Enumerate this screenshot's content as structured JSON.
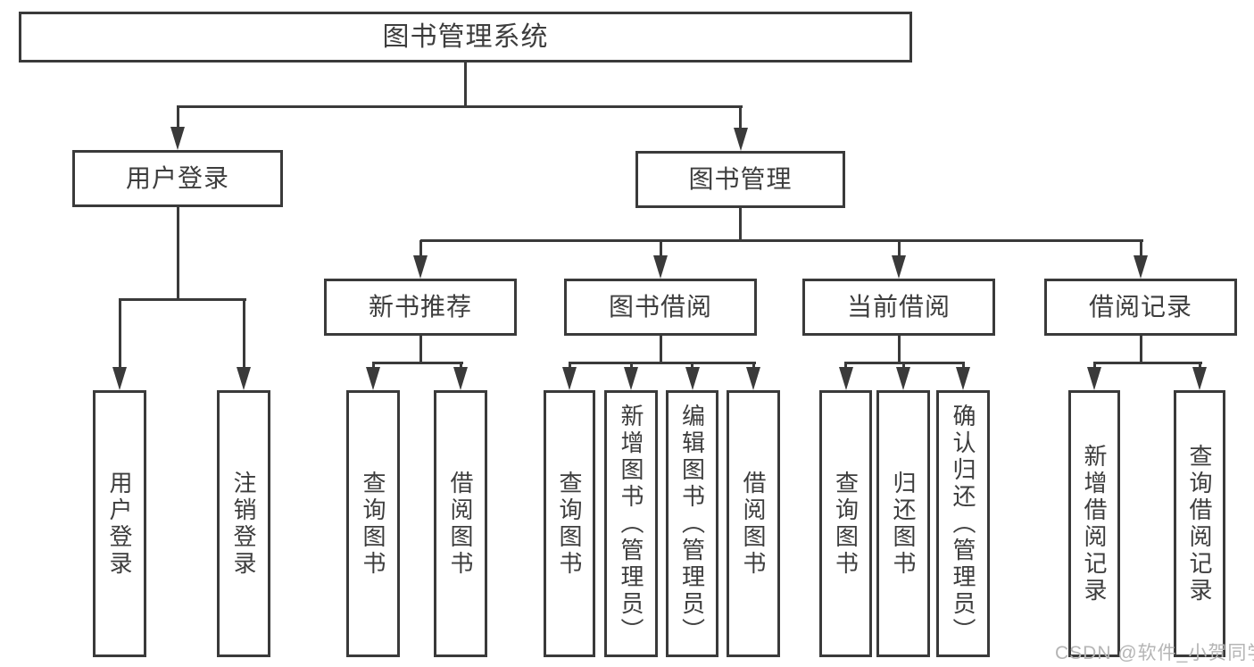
{
  "page": {
    "background": "#ffffff"
  },
  "colors": {
    "line": "#3a3a3a",
    "text": "#3d3d3d",
    "watermark": "#b5b5b5"
  },
  "nodes": {
    "root": "图书管理系统",
    "user_login": "用户登录",
    "book_management": "图书管理",
    "new_book_recommend": "新书推荐",
    "book_borrowing": "图书借阅",
    "current_borrowing": "当前借阅",
    "borrowing_records": "借阅记录",
    "leaf_user_login": "用户登录",
    "leaf_logout": "注销登录",
    "leaf_nb_query_book": "查询图书",
    "leaf_nb_borrow_book": "借阅图书",
    "leaf_bb_query_book": "查询图书",
    "leaf_bb_add_book": "新增图书（管理员）",
    "leaf_bb_edit_book": "编辑图书（管理员）",
    "leaf_bb_borrow_book": "借阅图书",
    "leaf_cb_query_book": "查询图书",
    "leaf_cb_return_book": "归还图书",
    "leaf_cb_confirm_return": "确认归还（管理员）",
    "leaf_br_add_record": "新增借阅记录",
    "leaf_br_query_record": "查询借阅记录"
  },
  "hierarchy": {
    "图书管理系统": [
      "用户登录",
      "图书管理"
    ],
    "用户登录": [
      "用户登录",
      "注销登录"
    ],
    "图书管理": [
      "新书推荐",
      "图书借阅",
      "当前借阅",
      "借阅记录"
    ],
    "新书推荐": [
      "查询图书",
      "借阅图书"
    ],
    "图书借阅": [
      "查询图书",
      "新增图书（管理员）",
      "编辑图书（管理员）",
      "借阅图书"
    ],
    "当前借阅": [
      "查询图书",
      "归还图书",
      "确认归还（管理员）"
    ],
    "借阅记录": [
      "新增借阅记录",
      "查询借阅记录"
    ]
  },
  "watermark": {
    "text": "CSDN @软件_小贺同学"
  }
}
